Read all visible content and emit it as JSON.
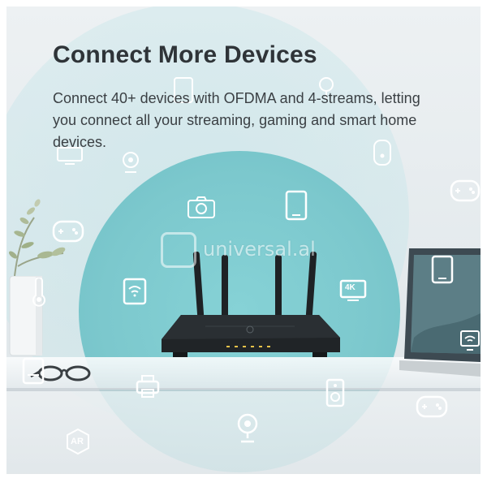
{
  "heading": {
    "title": "Connect More Devices",
    "description": "Connect 40+ devices with OFDMA and 4-streams, letting you connect all your streaming, gaming and smart home devices."
  },
  "icons": {
    "badge_4k": "4K",
    "badge_ar": "AR"
  },
  "watermark": {
    "text": "universal.al"
  },
  "colors": {
    "inner_halo": "#7cc8cd",
    "title_text": "#2f3438"
  }
}
